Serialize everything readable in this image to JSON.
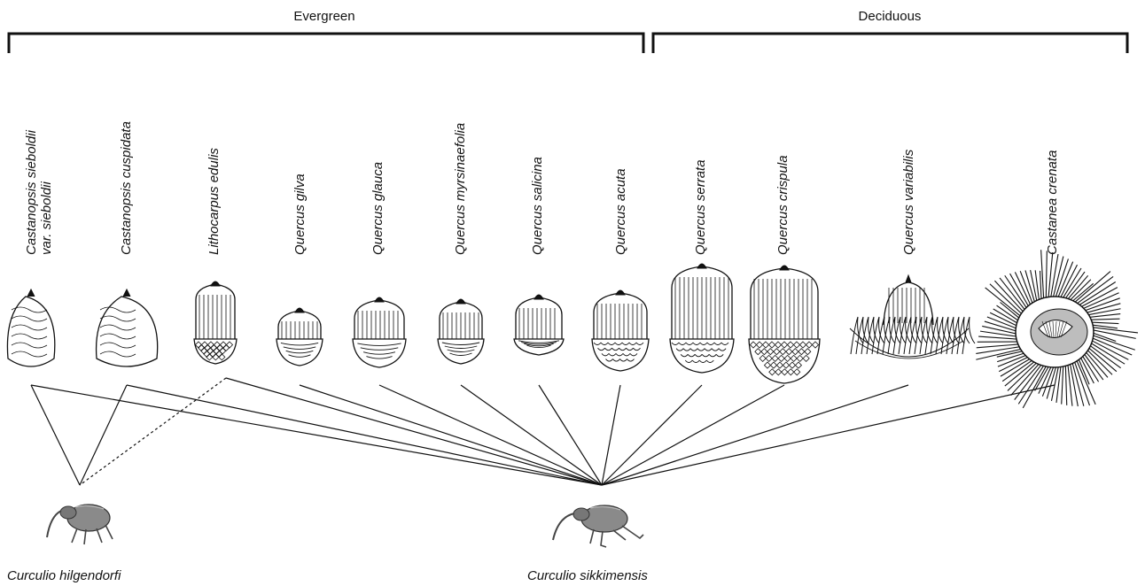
{
  "groups": [
    {
      "id": "evergreen",
      "label": "Evergreen"
    },
    {
      "id": "deciduous",
      "label": "Deciduous"
    }
  ],
  "species": [
    {
      "id": "castanopsis-sieboldii",
      "label_line1": "Castanopsis sieboldii",
      "label_line2": "var. sieboldii",
      "group": "evergreen",
      "fruit": "chestnut-cupule"
    },
    {
      "id": "castanopsis-cuspidata",
      "label_line1": "Castanopsis cuspidata",
      "group": "evergreen",
      "fruit": "chestnut-cupule"
    },
    {
      "id": "lithocarpus-edulis",
      "label_line1": "Lithocarpus edulis",
      "group": "evergreen",
      "fruit": "acorn"
    },
    {
      "id": "quercus-gilva",
      "label_line1": "Quercus gilva",
      "group": "evergreen",
      "fruit": "acorn"
    },
    {
      "id": "quercus-glauca",
      "label_line1": "Quercus glauca",
      "group": "evergreen",
      "fruit": "acorn"
    },
    {
      "id": "quercus-myrsinaefolia",
      "label_line1": "Quercus myrsinaefolia",
      "group": "evergreen",
      "fruit": "acorn"
    },
    {
      "id": "quercus-salicina",
      "label_line1": "Quercus salicina",
      "group": "evergreen",
      "fruit": "acorn"
    },
    {
      "id": "quercus-acuta",
      "label_line1": "Quercus acuta",
      "group": "evergreen",
      "fruit": "acorn"
    },
    {
      "id": "quercus-serrata",
      "label_line1": "Quercus serrata",
      "group": "deciduous",
      "fruit": "acorn"
    },
    {
      "id": "quercus-crispula",
      "label_line1": "Quercus crispula",
      "group": "deciduous",
      "fruit": "acorn"
    },
    {
      "id": "quercus-variabilis",
      "label_line1": "Quercus variabilis",
      "group": "deciduous",
      "fruit": "acorn-fringed-cup"
    },
    {
      "id": "castanea-crenata",
      "label_line1": "Castanea crenata",
      "group": "deciduous",
      "fruit": "spiny-burr"
    }
  ],
  "weevils": [
    {
      "id": "hilgendorfi",
      "label": "Curculio hilgendorfi"
    },
    {
      "id": "sikkimensis",
      "label": "Curculio sikkimensis"
    }
  ],
  "links": [
    {
      "weevil": "hilgendorfi",
      "species": "castanopsis-sieboldii",
      "style": "solid"
    },
    {
      "weevil": "hilgendorfi",
      "species": "castanopsis-cuspidata",
      "style": "solid"
    },
    {
      "weevil": "hilgendorfi",
      "species": "lithocarpus-edulis",
      "style": "dashed"
    },
    {
      "weevil": "sikkimensis",
      "species": "castanopsis-sieboldii",
      "style": "solid"
    },
    {
      "weevil": "sikkimensis",
      "species": "castanopsis-cuspidata",
      "style": "solid"
    },
    {
      "weevil": "sikkimensis",
      "species": "lithocarpus-edulis",
      "style": "solid"
    },
    {
      "weevil": "sikkimensis",
      "species": "quercus-gilva",
      "style": "solid"
    },
    {
      "weevil": "sikkimensis",
      "species": "quercus-glauca",
      "style": "solid"
    },
    {
      "weevil": "sikkimensis",
      "species": "quercus-myrsinaefolia",
      "style": "solid"
    },
    {
      "weevil": "sikkimensis",
      "species": "quercus-salicina",
      "style": "solid"
    },
    {
      "weevil": "sikkimensis",
      "species": "quercus-acuta",
      "style": "solid"
    },
    {
      "weevil": "sikkimensis",
      "species": "quercus-serrata",
      "style": "solid"
    },
    {
      "weevil": "sikkimensis",
      "species": "quercus-crispula",
      "style": "solid"
    },
    {
      "weevil": "sikkimensis",
      "species": "quercus-variabilis",
      "style": "solid"
    },
    {
      "weevil": "sikkimensis",
      "species": "castanea-crenata",
      "style": "solid"
    }
  ],
  "colors": {
    "ink": "#111111",
    "background": "#ffffff"
  }
}
